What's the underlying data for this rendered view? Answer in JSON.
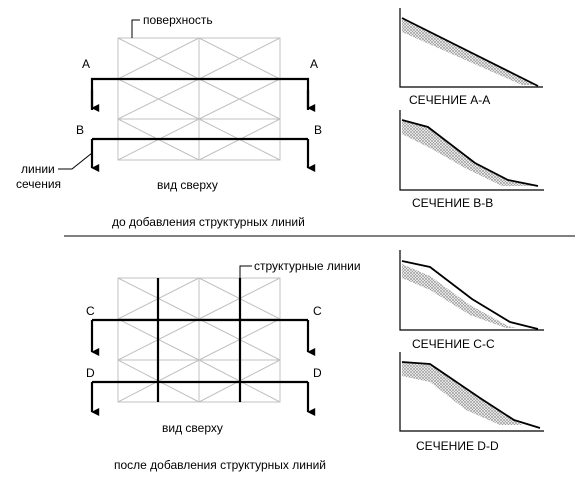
{
  "top": {
    "surface_label": "поверхность",
    "line_a_label": "A",
    "line_b_label": "B",
    "section_lines_label": [
      "линии",
      "сечения"
    ],
    "view_label": "вид сверху",
    "caption": "до добавления структурных линий",
    "section_1_title": "СЕЧЕНИЕ А-А",
    "section_2_title": "СЕЧЕНИЕ В-В"
  },
  "bottom": {
    "structural_lines_label": "структурные линии",
    "line_c_label": "C",
    "line_d_label": "D",
    "view_label": "вид сверху",
    "caption": "после добавления структурных линий",
    "section_1_title": "СЕЧЕНИЕ С-С",
    "section_2_title": "СЕЧЕНИЕ D-D"
  },
  "colors": {
    "mesh": "#c0c0c0",
    "lines": "#000000",
    "hatch": "#9a9a9a"
  }
}
